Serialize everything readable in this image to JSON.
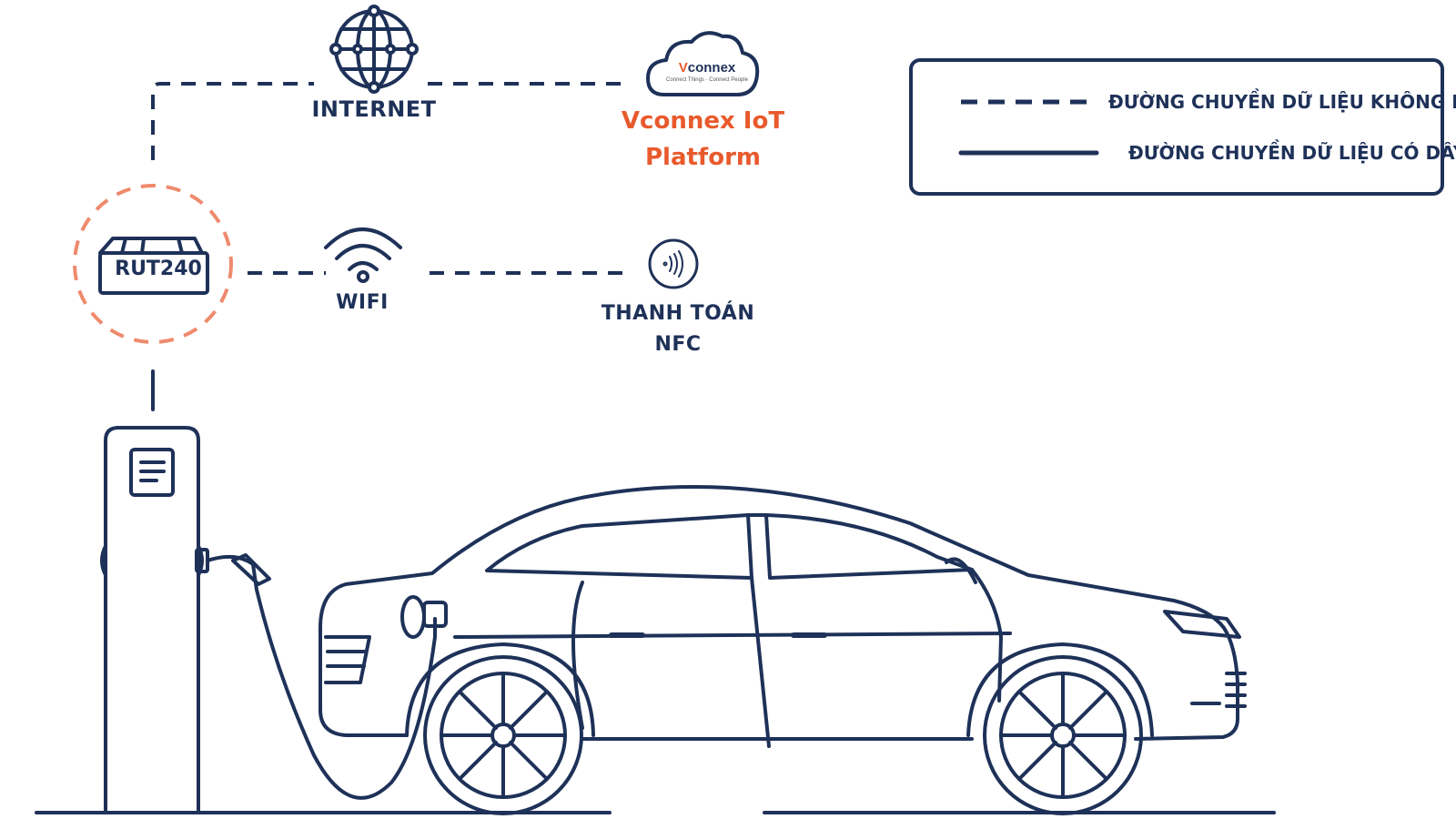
{
  "nodes": {
    "internet": "INTERNET",
    "platform_line1": "Vconnex IoT",
    "platform_line2": "Platform",
    "router": "RUT240",
    "wifi": "WIFI",
    "nfc_line1": "THANH TOÁN",
    "nfc_line2": "NFC"
  },
  "logo": {
    "brand": "connex",
    "brand_initial": "V",
    "tagline": "Connect Things · Connect People"
  },
  "legend": {
    "wireless": "ĐƯỜNG CHUYỀN DỮ LIỆU KHÔNG DÂY",
    "wired": "ĐƯỜNG CHUYỀN DỮ LIỆU CÓ DÂY"
  },
  "colors": {
    "primary": "#1e3158",
    "accent": "#e85a2c",
    "router_ring": "#ef8a6d"
  },
  "icons": [
    "globe-icon",
    "cloud-icon",
    "router-icon",
    "wifi-icon",
    "nfc-icon",
    "charging-station-icon",
    "car-icon"
  ]
}
